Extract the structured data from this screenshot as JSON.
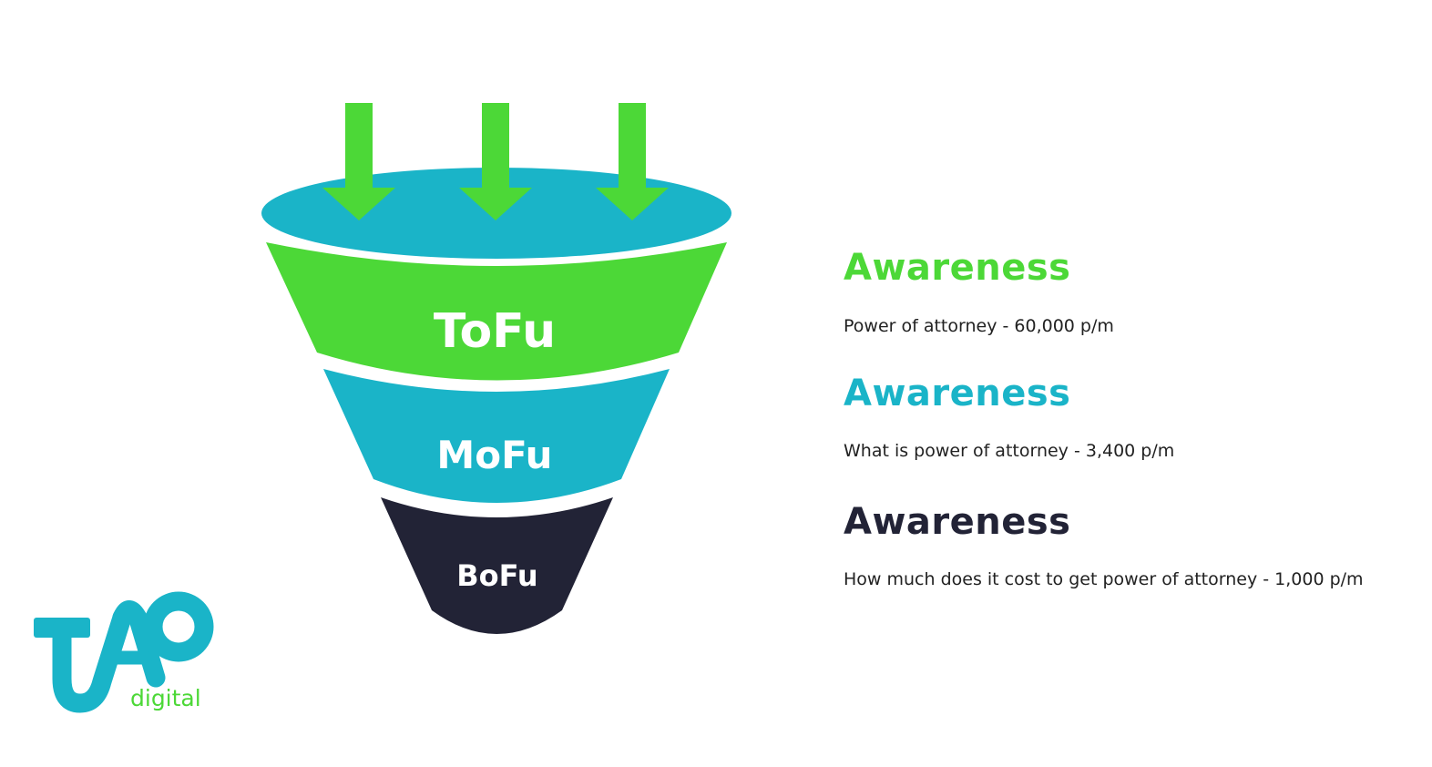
{
  "colors": {
    "green": "#4cd837",
    "teal": "#1ab4c8",
    "navy": "#222336",
    "white": "#ffffff"
  },
  "funnel": {
    "entry_arrow_count": 3,
    "stages": [
      {
        "key": "tofu",
        "label": "ToFu",
        "color": "#4cd837"
      },
      {
        "key": "mofu",
        "label": "MoFu",
        "color": "#1ab4c8"
      },
      {
        "key": "bofu",
        "label": "BoFu",
        "color": "#222336"
      }
    ]
  },
  "details": [
    {
      "heading": "Awareness",
      "heading_color": "#4cd837",
      "description": "Power of attorney - 60,000 p/m"
    },
    {
      "heading": "Awareness",
      "heading_color": "#1ab4c8",
      "description": "What is power of attorney - 3,400 p/m"
    },
    {
      "heading": "Awareness",
      "heading_color": "#222336",
      "description": "How much does it cost to get power of attorney - 1,000 p/m"
    }
  ],
  "logo": {
    "wordmark": "TAO",
    "subtext": "digital",
    "primary_color": "#1ab4c8",
    "secondary_color": "#4cd837"
  }
}
